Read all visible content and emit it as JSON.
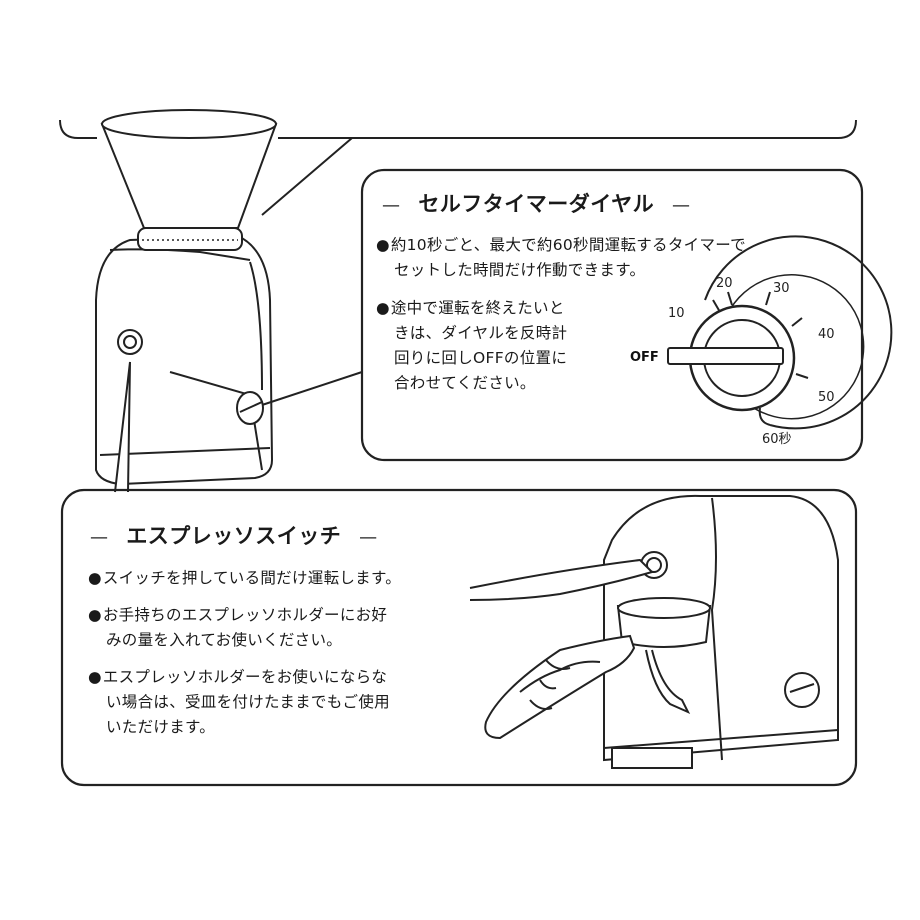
{
  "timer_section": {
    "heading": "セルフタイマーダイヤル",
    "dash": "—",
    "bullet_mark": "●",
    "bullet1": [
      "約10秒ごと、最大で約60秒間運転するタイマーで",
      "セットした時間だけ作動できます。"
    ],
    "bullet2": [
      "途中で運転を終えたいと",
      "きは、ダイヤルを反時計",
      "回りに回しOFFの位置に",
      "合わせてください。"
    ],
    "dial": {
      "off": "OFF",
      "ticks": [
        "10",
        "20",
        "30",
        "40",
        "50",
        "60秒"
      ]
    }
  },
  "espresso_section": {
    "heading": "エスプレッソスイッチ",
    "dash": "—",
    "bullet_mark": "●",
    "bullet1": [
      "スイッチを押している間だけ運転します。"
    ],
    "bullet2": [
      "お手持ちのエスプレッソホルダーにお好",
      "みの量を入れてお使いください。"
    ],
    "bullet3": [
      "エスプレッソホルダーをお使いにならな",
      "い場合は、受皿を付けたままでもご使用",
      "いただけます。"
    ]
  },
  "colors": {
    "line": "#222222",
    "accent_gray": "#dddddd",
    "background": "#ffffff"
  }
}
